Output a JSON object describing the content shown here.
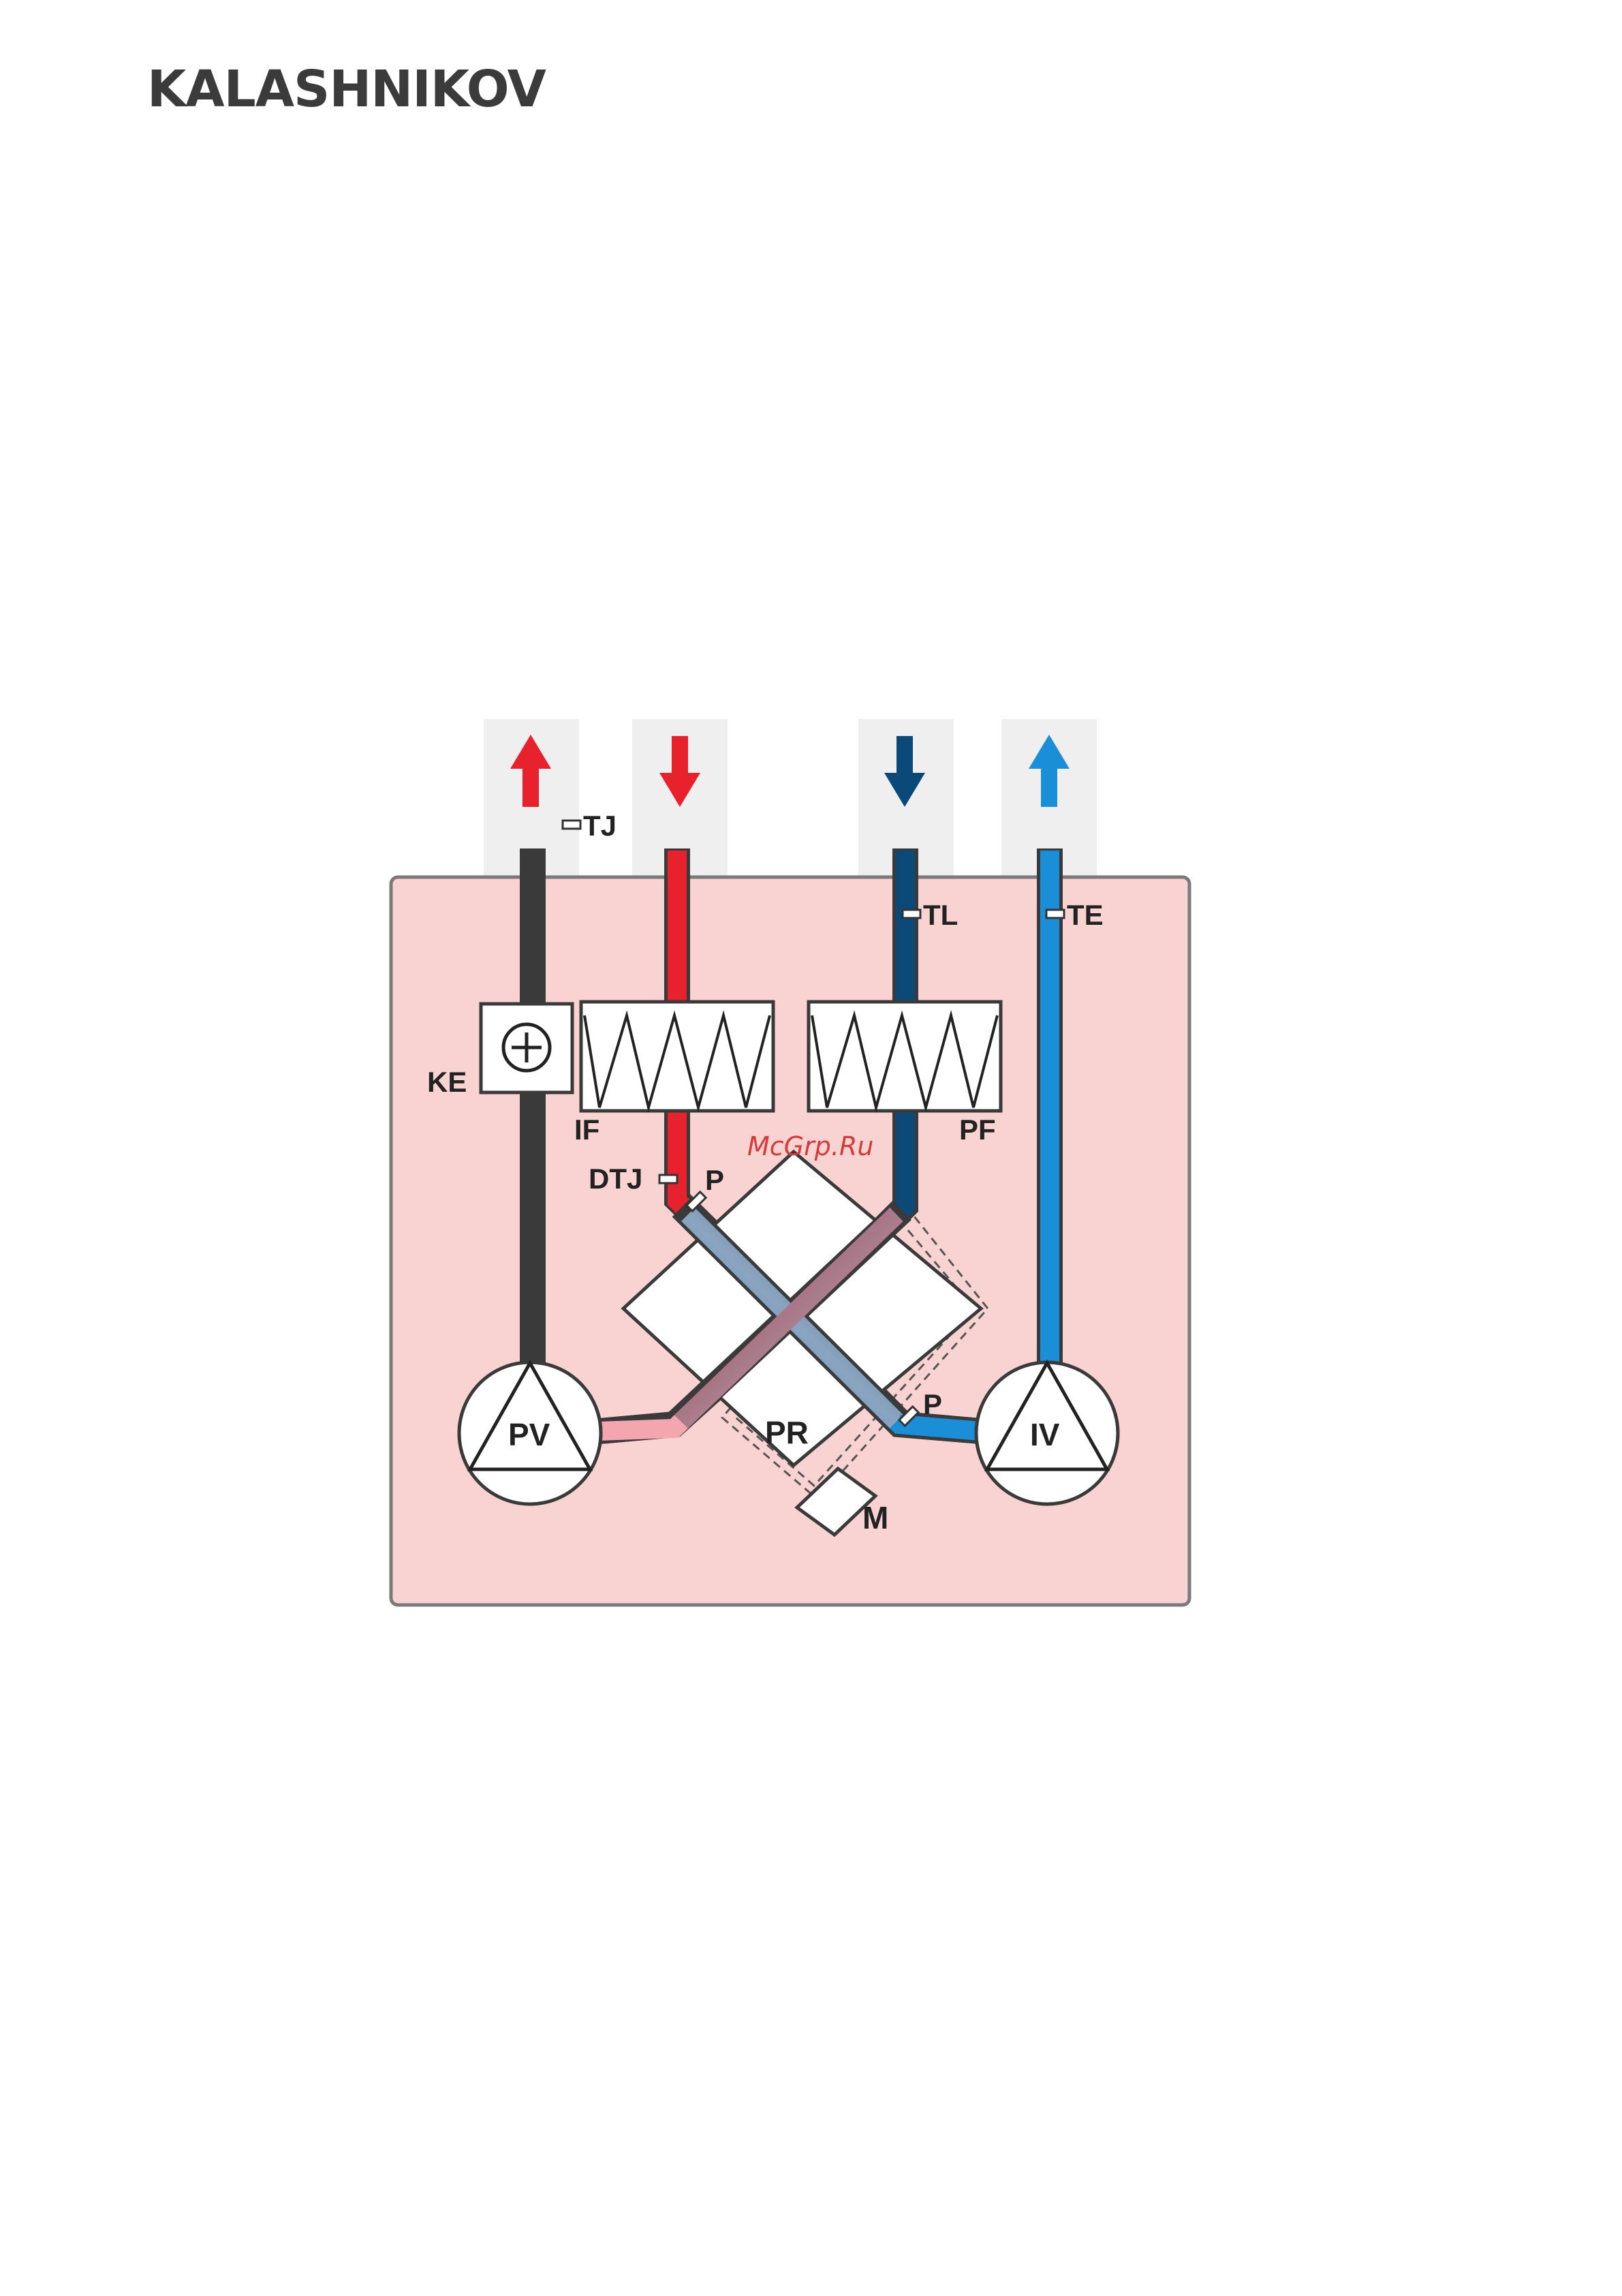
{
  "header": {
    "brand": "KALASHNIKOV"
  },
  "diagram": {
    "watermark": "McGrp.Ru",
    "labels": {
      "tj": "TJ",
      "tl": "TL",
      "te": "TE",
      "ke": "KE",
      "if": "IF",
      "pf": "PF",
      "dtj": "DTJ",
      "p1": "P",
      "p2": "P",
      "pv": "PV",
      "pr": "PR",
      "iv": "IV",
      "m": "M"
    },
    "colors": {
      "housing": "#f9d3d1",
      "hot": "#e8222c",
      "warm_exhaust": "#e88080",
      "cold_dark": "#0b4a78",
      "cold_light": "#1a8fd8",
      "duct": "#efefef"
    },
    "icons": {
      "arrow_up_red": "arrow-up-icon",
      "arrow_down_red": "arrow-down-icon",
      "arrow_down_blue": "arrow-down-icon",
      "arrow_up_blue": "arrow-up-icon",
      "heater": "plus-circle-icon",
      "fan": "fan-triangle-icon"
    }
  }
}
